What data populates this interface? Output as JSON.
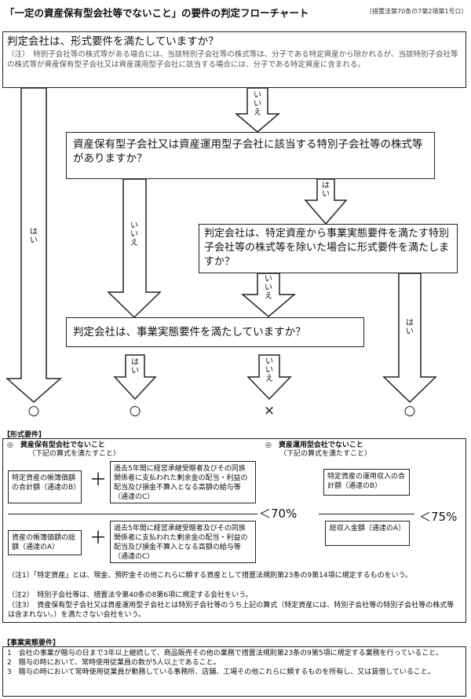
{
  "title": "「一定の資産保有型会社等でないこと」の要件の判定フローチャート",
  "citation": "（措置法第70条の7第2項第1号ロ）",
  "q1": {
    "text": "判定会社は、形式要件を満たしていますか？",
    "note": "（注）　特別子会社等の株式等がある場合には、当該特別子会社等の株式等は、分子である特定資産から除かれるが、当該特別子会社等の株式等が資産保有型子会社又は資産運用型子会社に該当する場合には、分子である特定資産に含まれる。"
  },
  "q2": {
    "text": "資産保有型子会社又は資産運用型子会社に該当する特別子会社等の株式等がありますか？"
  },
  "q3": {
    "text": "判定会社は、特定資産から事業実態要件を満たす特別子会社等の株式等を除いた場合に形式要件を満たしますか？"
  },
  "q4": {
    "text": "判定会社は、事業実態要件を満たしていますか？"
  },
  "labels": {
    "yes": "は い",
    "no": "い い え"
  },
  "results": [
    "○",
    "○",
    "×",
    "○"
  ],
  "formal": {
    "header": "【形式要件】",
    "left_title": "◎　資産保有型会社でないこと",
    "left_sub": "（下記の算式を満たすこと）",
    "right_title": "◎　資産運用型会社でないこと",
    "right_sub": "（下記の算式を満たすこと）",
    "box_specific_book": "特定資産の帳簿価額の合計額（通達のB）",
    "box_excess_top": "過去5年間に経営承継受贈者及びその同族関係者に支払われた剰余金の配当・利益の配当及び損金不算入となる高額の給与等（通達のC）",
    "box_total_book": "資産の帳簿価額の総額（通達のA）",
    "box_excess_bottom": "過去5年間に経営承継受贈者及びその同族関係者に支払われた剰余金の配当・利益の配当及び損金不算入となる高額の給与等（通達のC）",
    "plus": "＋",
    "ratio_left": "＜70%",
    "box_op_income": "特定資産の運用収入の合計額（通達のB）",
    "box_total_income": "総収入金額（通達のA）",
    "ratio_right": "＜75%",
    "notes": [
      "（注1）「特定資産」とは、現金、預貯金その他これらに類する資産として措置法規則第23条の9第14項に規定するものをいう。",
      "（注2）　特別子会社等は、措置法令第40条の8第6項に規定する会社をいう。",
      "（注3）　資産保有型子会社又は資産運用型子会社とは特別子会社等のうち上記の算式（特定資産には、特別子会社等の特別子会社等の株式等は含まれない。）を満たさない会社をいう。"
    ]
  },
  "business": {
    "header": "【事業実態要件】",
    "items": [
      "1　会社の事業が贈与の日まで3年以上継続して、商品販売その他の業務で措置法規則第23条の9第5項に規定する業務を行っていること。",
      "2　贈与の時において、常時使用従業員の数が5人以上であること。",
      "3　贈与の時において常時使用従業員が勤務している事務所、店舗、工場その他これらに類するものを所有し、又は賃借していること。"
    ]
  }
}
